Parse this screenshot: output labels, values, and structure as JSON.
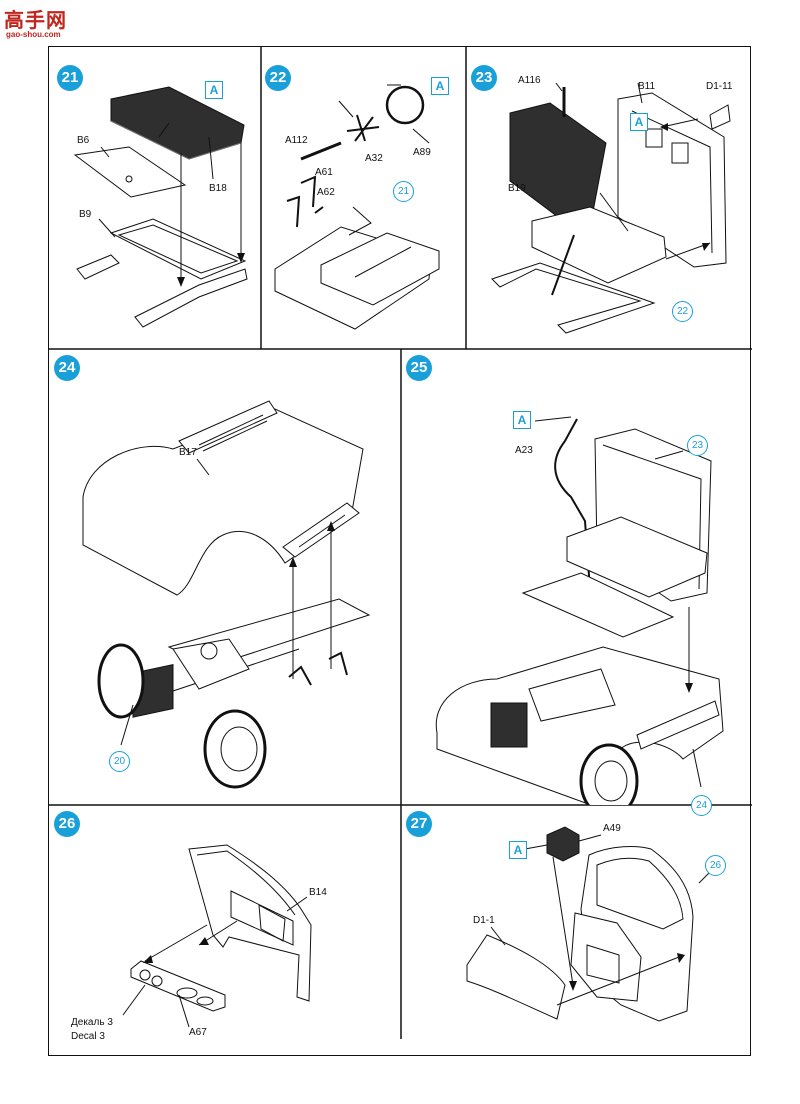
{
  "logo": {
    "mark": "高手网",
    "url": "gao-shou.com"
  },
  "step21": {
    "num": "21",
    "a": "A",
    "b6": "B6",
    "b18": "B18",
    "b9": "B9"
  },
  "step22": {
    "num": "22",
    "a": "A",
    "a112": "A112",
    "a61": "A61",
    "a62": "A62",
    "a32": "A32",
    "a89": "A89",
    "ref": "21"
  },
  "step23": {
    "num": "23",
    "a": "A",
    "a116": "A116",
    "b11": "B11",
    "d111": "D1-11",
    "b19": "B19",
    "ref": "22"
  },
  "step24": {
    "num": "24",
    "b17": "B17",
    "ref": "20"
  },
  "step25": {
    "num": "25",
    "a": "A",
    "a23": "A23",
    "ref23": "23",
    "ref24": "24"
  },
  "step26": {
    "num": "26",
    "b14": "B14",
    "decal_ru": "Декаль 3",
    "decal_en": "Decal 3",
    "a67": "A67"
  },
  "step27": {
    "num": "27",
    "a": "A",
    "a49": "A49",
    "d11": "D1-1",
    "ref": "26"
  },
  "colors": {
    "accent": "#1aa0d8",
    "line": "#111111",
    "seat": "#2f2f2f",
    "logo": "#c0261d"
  }
}
